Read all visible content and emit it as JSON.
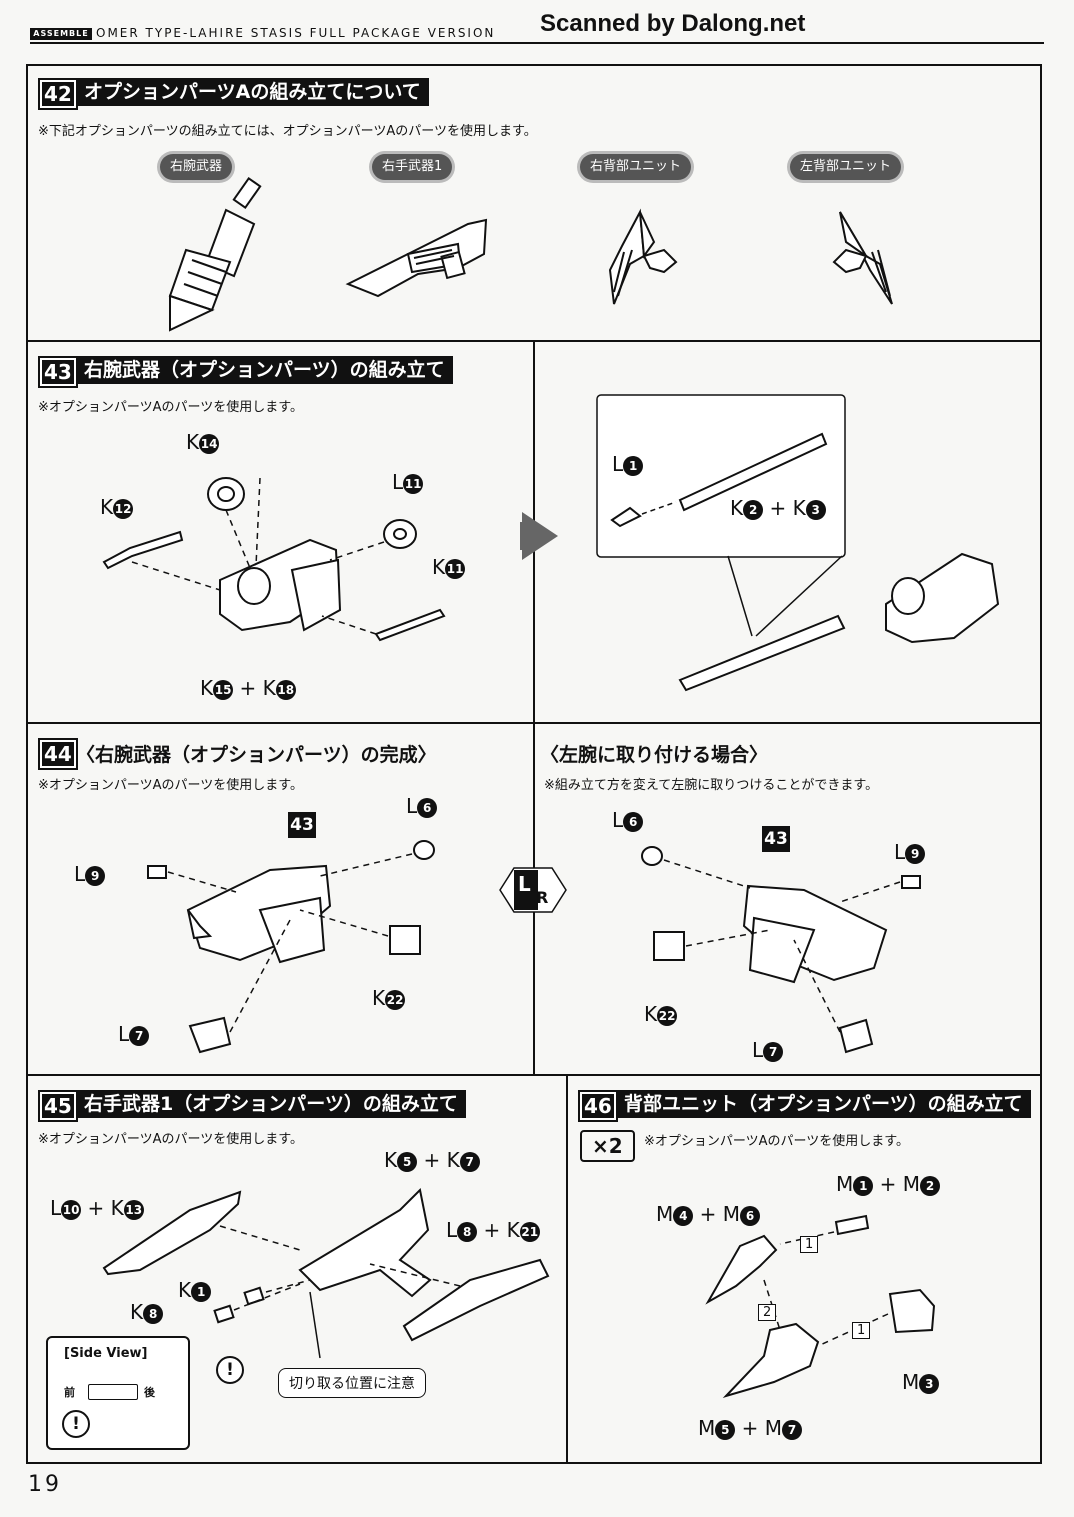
{
  "header": {
    "tag": "ASSEMBLE",
    "title": "OMER TYPE-LAHIRE STASIS FULL PACKAGE VERSION",
    "watermark": "Scanned by Dalong.net"
  },
  "step42": {
    "number": "42",
    "title": "オプションパーツAの組み立てについて",
    "note": "※下記オプションパーツの組み立てには、オプションパーツAのパーツを使用します。",
    "pills": [
      "右腕武器",
      "右手武器1",
      "右背部ユニット",
      "左背部ユニット"
    ]
  },
  "step43": {
    "number": "43",
    "title": "右腕武器（オプションパーツ）の組み立て",
    "note": "※オプションパーツAのパーツを使用します。",
    "labels": {
      "k14": {
        "letter": "K",
        "n": "14"
      },
      "k12": {
        "letter": "K",
        "n": "12"
      },
      "l11": {
        "letter": "L",
        "n": "11"
      },
      "k11": {
        "letter": "K",
        "n": "11"
      },
      "k15k18": {
        "a": "K",
        "an": "15",
        "plus": "+",
        "b": "K",
        "bn": "18"
      },
      "l1": {
        "letter": "L",
        "n": "1"
      },
      "k2k3": {
        "a": "K",
        "an": "2",
        "plus": "+",
        "b": "K",
        "bn": "3"
      }
    }
  },
  "step44": {
    "number": "44",
    "title": "〈右腕武器（オプションパーツ）の完成〉",
    "note": "※オプションパーツAのパーツを使用します。",
    "badge": "43",
    "labels": {
      "l6": {
        "letter": "L",
        "n": "6"
      },
      "l9": {
        "letter": "L",
        "n": "9"
      },
      "k22": {
        "letter": "K",
        "n": "22"
      },
      "l7": {
        "letter": "L",
        "n": "7"
      }
    },
    "left_arm": {
      "title": "〈左腕に取り付ける場合〉",
      "note": "※組み立て方を変えて左腕に取りつけることができます。",
      "badge": "43",
      "lr_l": "L",
      "lr_r": "R"
    }
  },
  "step45": {
    "number": "45",
    "title": "右手武器1（オプションパーツ）の組み立て",
    "note": "※オプションパーツAのパーツを使用します。",
    "labels": {
      "k5k7": {
        "a": "K",
        "an": "5",
        "plus": "+",
        "b": "K",
        "bn": "7"
      },
      "l10k13": {
        "a": "L",
        "an": "10",
        "plus": "+",
        "b": "K",
        "bn": "13"
      },
      "l8k21": {
        "a": "L",
        "an": "8",
        "plus": "+",
        "b": "K",
        "bn": "21"
      },
      "k1": {
        "letter": "K",
        "n": "1"
      },
      "k8": {
        "letter": "K",
        "n": "8"
      }
    },
    "callout": "切り取る位置に注意",
    "warning": "!",
    "side_view": {
      "title": "[Side View]",
      "front": "前",
      "back": "後"
    }
  },
  "step46": {
    "number": "46",
    "title": "背部ユニット（オプションパーツ）の組み立て",
    "multiplier": "×2",
    "note": "※オプションパーツAのパーツを使用します。",
    "labels": {
      "m1m2": {
        "a": "M",
        "an": "1",
        "plus": "+",
        "b": "M",
        "bn": "2"
      },
      "m4m6": {
        "a": "M",
        "an": "4",
        "plus": "+",
        "b": "M",
        "bn": "6"
      },
      "m3": {
        "letter": "M",
        "n": "3"
      },
      "m5m7": {
        "a": "M",
        "an": "5",
        "plus": "+",
        "b": "M",
        "bn": "7"
      }
    },
    "order_marks": [
      "1",
      "2",
      "1"
    ]
  },
  "page_number": "19"
}
